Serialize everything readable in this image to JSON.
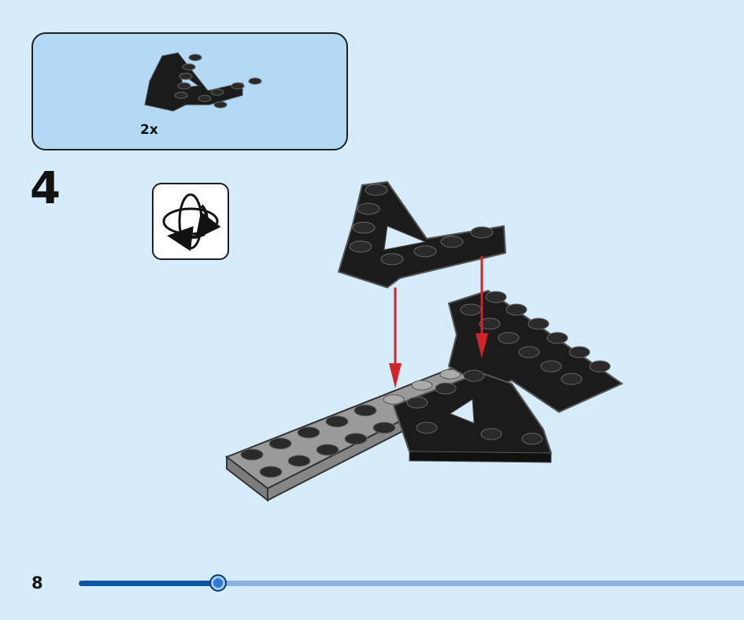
{
  "parts_callout": {
    "quantity_label": "2x",
    "part_icon": "black-wedge-plate-icon"
  },
  "step": {
    "number": "4",
    "rotate_icon": "rotate-model-icon"
  },
  "footer": {
    "page_number": "8",
    "progress": 0.21
  },
  "colors": {
    "background": "#d6ecfb",
    "callout_fill": "#b3d9f5",
    "progress_fill": "#0c56a6",
    "progress_track": "#8db1de",
    "arrow_red": "#d2232a",
    "brick_black": "#1b1b1b",
    "brick_gray": "#9a9a9a"
  }
}
